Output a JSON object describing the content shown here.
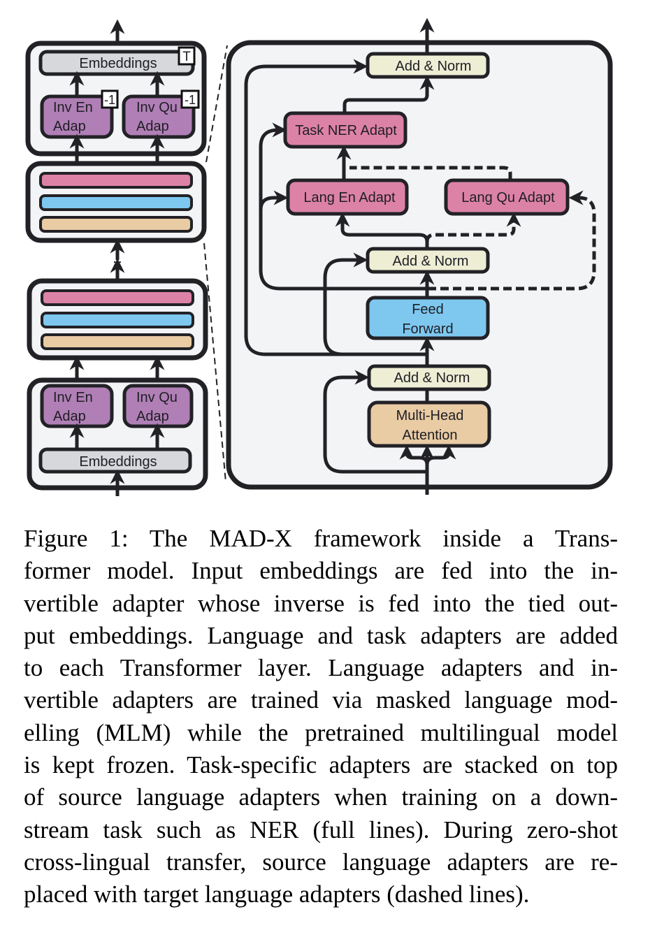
{
  "figure": {
    "left_panel": {
      "output_block": {
        "embeddings_label": "Embeddings",
        "embeddings_badge": "T",
        "adapters": [
          {
            "line1": "Inv En",
            "line2": "Adap",
            "badge": "-1"
          },
          {
            "line1": "Inv Qu",
            "line2": "Adap",
            "badge": "-1"
          }
        ]
      },
      "ellipsis": "...",
      "input_block": {
        "embeddings_label": "Embeddings",
        "adapters": [
          {
            "line1": "Inv En",
            "line2": "Adap"
          },
          {
            "line1": "Inv Qu",
            "line2": "Adap"
          }
        ]
      },
      "layer_stripe_colors": [
        "#dd82a7",
        "#7ec8f0",
        "#e9cba4"
      ]
    },
    "right_panel": {
      "add_norm_top": "Add & Norm",
      "task_adapter": "Task NER Adapt",
      "lang_en_adapter": "Lang En Adapt",
      "lang_qu_adapter": "Lang Qu Adapt",
      "add_norm_mid": "Add & Norm",
      "feed_forward": {
        "line1": "Feed",
        "line2": "Forward"
      },
      "add_norm_bottom": "Add & Norm",
      "attention": {
        "line1": "Multi-Head",
        "line2": "Attention"
      }
    },
    "colors": {
      "adapter_pink": "#dd82a7",
      "inv_adapter_purple": "#b07fb6",
      "feed_forward_blue": "#7ec8f0",
      "attention_tan": "#e9cba4",
      "add_norm_cream": "#eeeed5",
      "embeddings_gray": "#d6d8dc",
      "panel_bg": "#f3f4f6",
      "stroke": "#222226"
    }
  },
  "caption": {
    "lines": [
      "Figure 1:  The MAD-X framework inside a Trans-",
      "former model.  Input embeddings are fed into the in-",
      "vertible adapter whose inverse is fed into the tied out-",
      "put embeddings. Language and task adapters are added",
      "to each Transformer layer.  Language adapters and in-",
      "vertible adapters are trained via masked language mod-",
      "elling (MLM) while the pretrained multilingual model",
      "is kept frozen. Task-specific adapters are stacked on top",
      "of source language adapters when training on a down-",
      "stream task such as NER (full lines). During zero-shot",
      "cross-lingual transfer, source language adapters are re-",
      "placed with target language adapters (dashed lines)."
    ]
  }
}
